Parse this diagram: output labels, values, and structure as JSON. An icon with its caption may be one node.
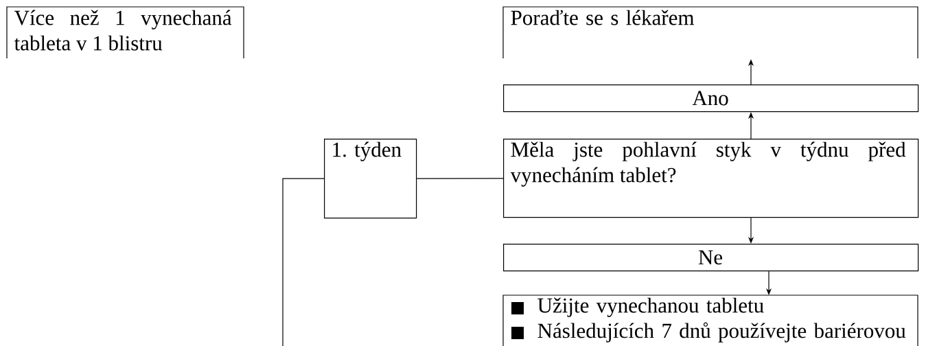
{
  "diagram": {
    "nodes": [
      {
        "text": [
          "Více než 1 vynechaná tableta v 1 blistru"
        ]
      },
      {
        "text": [
          "Poraďte se s lékařem"
        ]
      },
      {
        "text": [
          "Ano"
        ]
      },
      {
        "text": [
          "1. týden"
        ]
      },
      {
        "text": [
          "Měla jste pohlavní styk v týdnu před vynecháním tablet?"
        ]
      },
      {
        "text": [
          "Ne"
        ]
      },
      {
        "text": [
          "Užijte vynechanou tabletu",
          "Následujících 7 dnů používejte bariérovou"
        ]
      }
    ],
    "edges": [
      {
        "from": 4,
        "to": 2,
        "arrow": "to"
      },
      {
        "from": 2,
        "to": 1,
        "arrow": "to"
      },
      {
        "from": 3,
        "to": 4,
        "arrow": "none"
      },
      {
        "from": 4,
        "to": 5,
        "arrow": "to"
      },
      {
        "from": 5,
        "to": 6,
        "arrow": "to"
      },
      {
        "from": 3,
        "to": null,
        "arrow": "none"
      }
    ]
  }
}
